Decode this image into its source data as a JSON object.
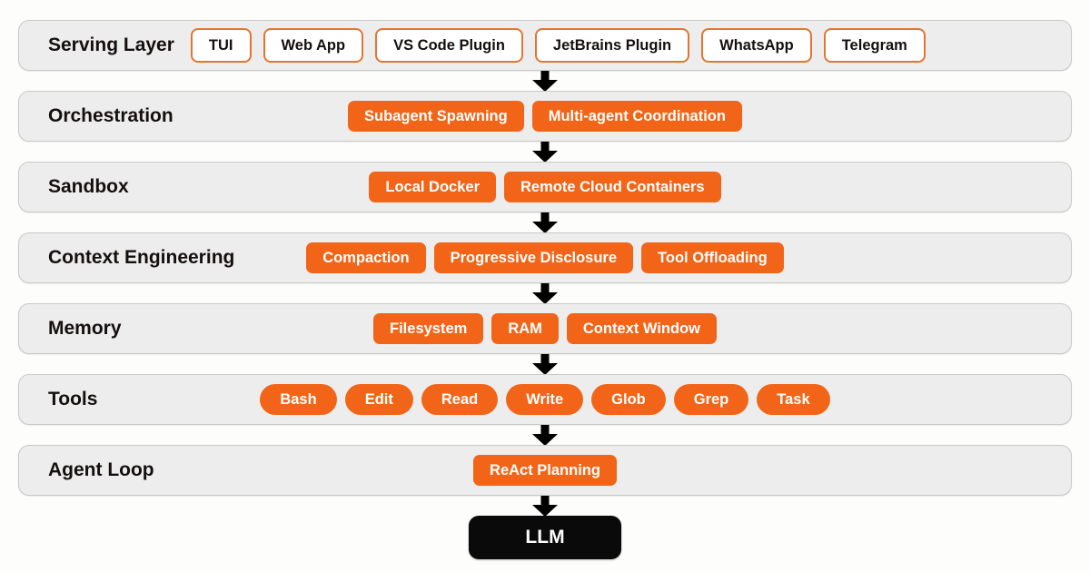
{
  "theme": {
    "accent_orange": "#f26518",
    "outline_orange": "#e2762f",
    "row_background": "#ededed",
    "row_border": "#c9c9c9",
    "page_background": "#fdfdfc",
    "terminal_black": "#0a0a0a",
    "label_text": "#15100f"
  },
  "layers": [
    {
      "label": "Serving Layer",
      "style": "outline",
      "items": [
        "TUI",
        "Web App",
        "VS Code Plugin",
        "JetBrains Plugin",
        "WhatsApp",
        "Telegram"
      ]
    },
    {
      "label": "Orchestration",
      "style": "solid",
      "items": [
        "Subagent Spawning",
        "Multi-agent Coordination"
      ]
    },
    {
      "label": "Sandbox",
      "style": "solid",
      "items": [
        "Local Docker",
        "Remote Cloud Containers"
      ]
    },
    {
      "label": "Context Engineering",
      "style": "solid",
      "items": [
        "Compaction",
        "Progressive Disclosure",
        "Tool Offloading"
      ]
    },
    {
      "label": "Memory",
      "style": "solid",
      "items": [
        "Filesystem",
        "RAM",
        "Context Window"
      ]
    },
    {
      "label": "Tools",
      "style": "solid-round",
      "items": [
        "Bash",
        "Edit",
        "Read",
        "Write",
        "Glob",
        "Grep",
        "Task"
      ]
    },
    {
      "label": "Agent Loop",
      "style": "solid",
      "items": [
        "ReAct Planning"
      ]
    }
  ],
  "terminal": {
    "label": "LLM"
  },
  "connectors": {
    "icon": "down-arrow-icon",
    "count": 7
  }
}
